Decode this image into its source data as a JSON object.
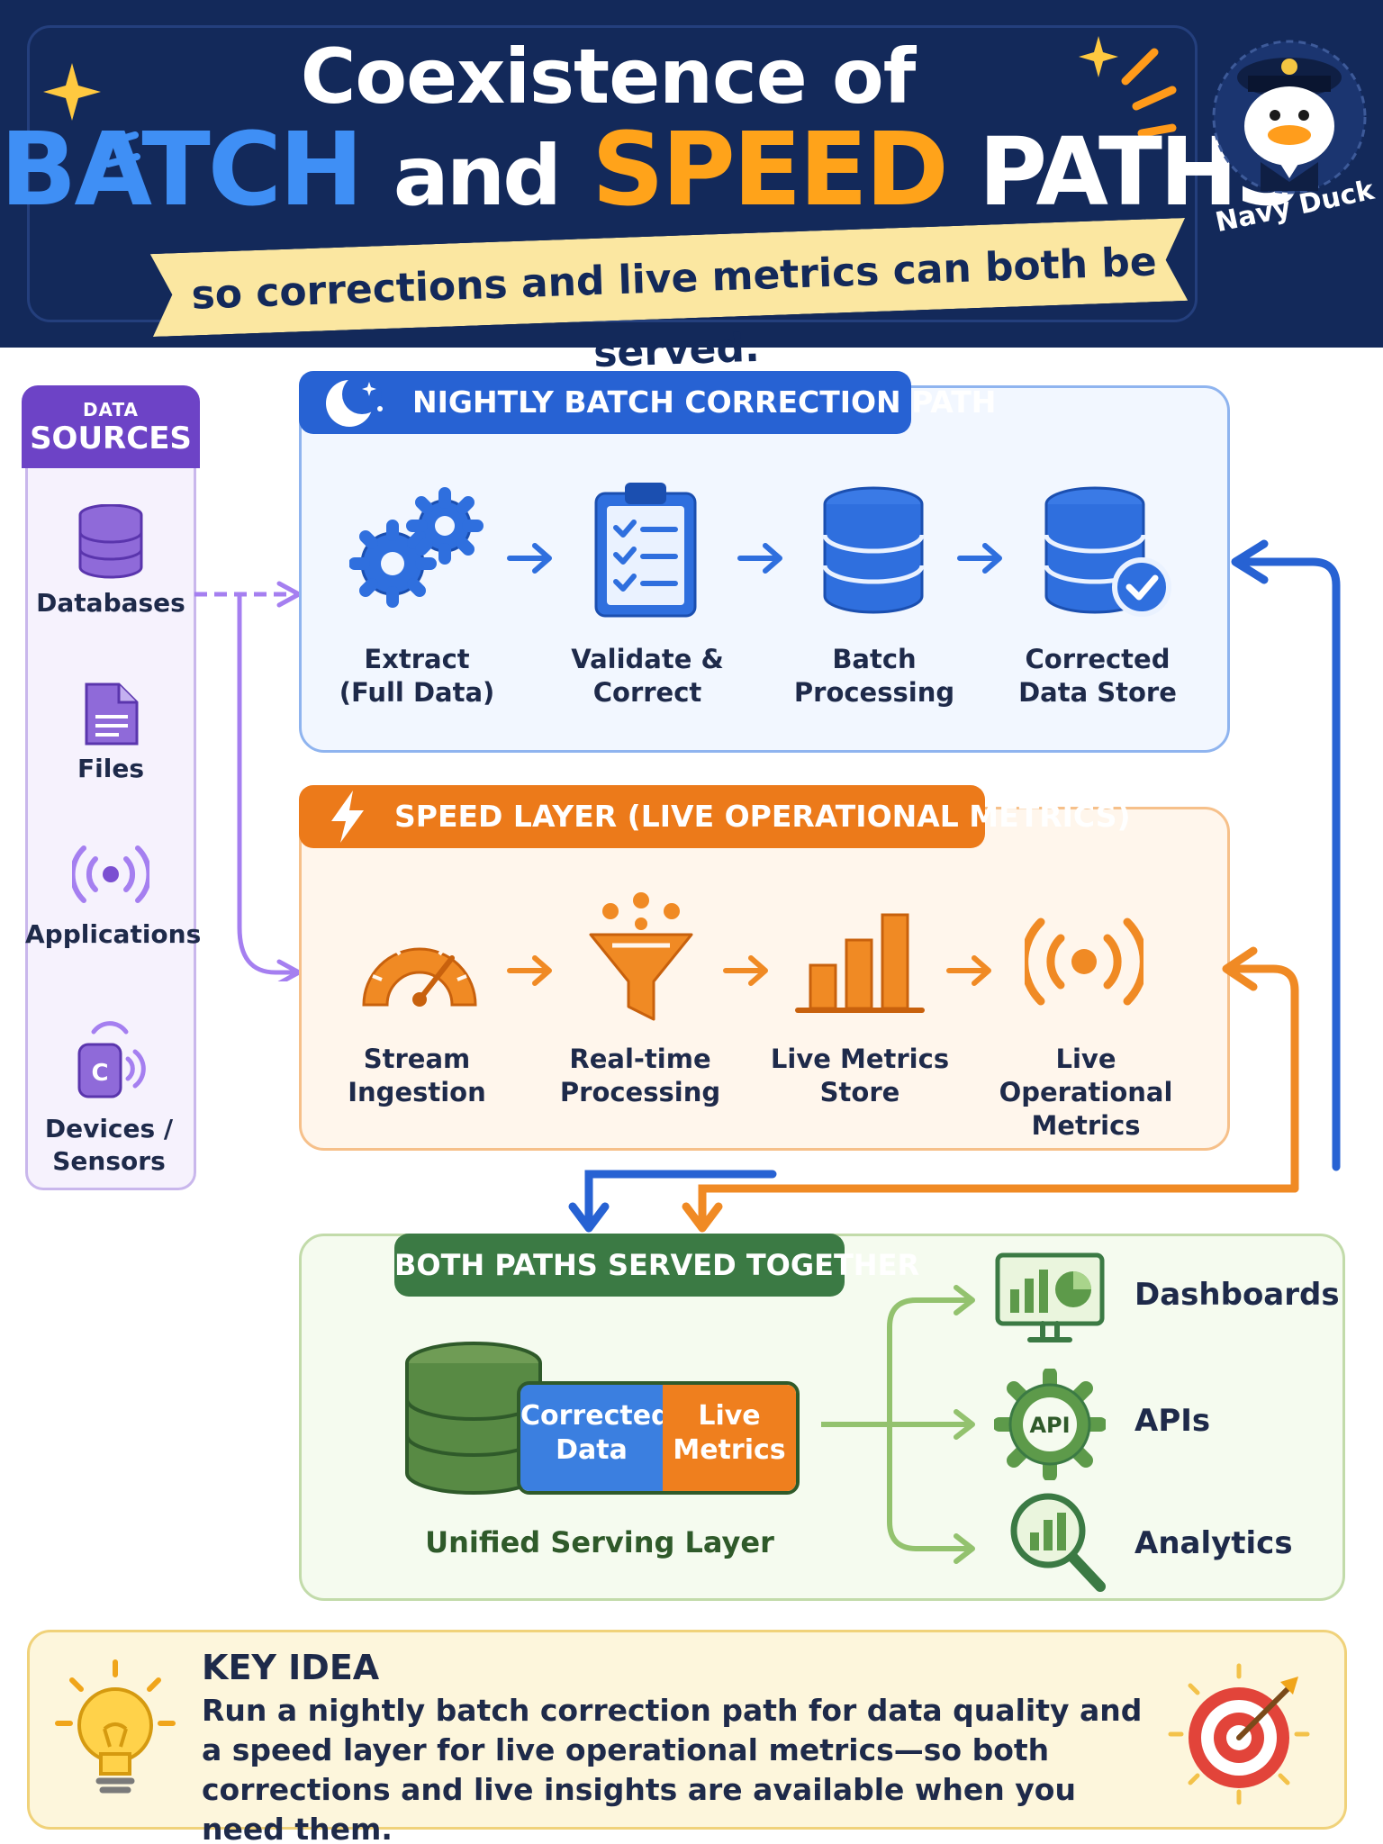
{
  "header": {
    "title_line1": "Coexistence of",
    "title_part_batch": "BATCH",
    "title_part_and": "and",
    "title_part_speed": "SPEED",
    "title_part_paths": "PATHS",
    "subtitle": "so corrections and live metrics can both be served.",
    "mascot_label": "Navy Duck"
  },
  "sources": {
    "heading_small": "DATA",
    "heading": "SOURCES",
    "items": [
      {
        "label": "Databases",
        "icon": "database-icon"
      },
      {
        "label": "Files",
        "icon": "file-icon"
      },
      {
        "label": "Applications",
        "icon": "broadcast-icon"
      },
      {
        "label": "Devices /\nSensors",
        "icon": "device-sensor-icon"
      }
    ]
  },
  "batch": {
    "title": "NIGHTLY BATCH CORRECTION PATH",
    "steps": [
      {
        "label": "Extract\n(Full Data)",
        "icon": "gears-icon"
      },
      {
        "label": "Validate &\nCorrect",
        "icon": "clipboard-checklist-icon"
      },
      {
        "label": "Batch\nProcessing",
        "icon": "database-stack-icon"
      },
      {
        "label": "Corrected\nData Store",
        "icon": "database-check-icon"
      }
    ]
  },
  "speed": {
    "title": "SPEED LAYER (LIVE OPERATIONAL METRICS)",
    "steps": [
      {
        "label": "Stream\nIngestion",
        "icon": "gauge-icon"
      },
      {
        "label": "Real-time\nProcessing",
        "icon": "funnel-icon"
      },
      {
        "label": "Live Metrics\nStore",
        "icon": "bar-chart-icon"
      },
      {
        "label": "Live Operational\nMetrics",
        "icon": "broadcast-icon"
      }
    ]
  },
  "serving": {
    "title": "BOTH PATHS SERVED TOGETHER",
    "corrected": "Corrected\nData",
    "live": "Live\nMetrics",
    "layer_label": "Unified Serving Layer",
    "outputs": [
      {
        "label": "Dashboards",
        "icon": "monitor-chart-icon"
      },
      {
        "label": "APIs",
        "icon": "api-gear-icon"
      },
      {
        "label": "Analytics",
        "icon": "magnifier-chart-icon"
      }
    ]
  },
  "key_idea": {
    "title": "KEY IDEA",
    "text": "Run a nightly batch correction path for data quality and a speed layer for live operational metrics—so both corrections and live insights are available when you need them."
  },
  "colors": {
    "navy": "#13295a",
    "batch_blue": "#2762d3",
    "speed_orange": "#ec7a1a",
    "serve_green": "#3b7a44",
    "sources_purple": "#6d43c6"
  }
}
